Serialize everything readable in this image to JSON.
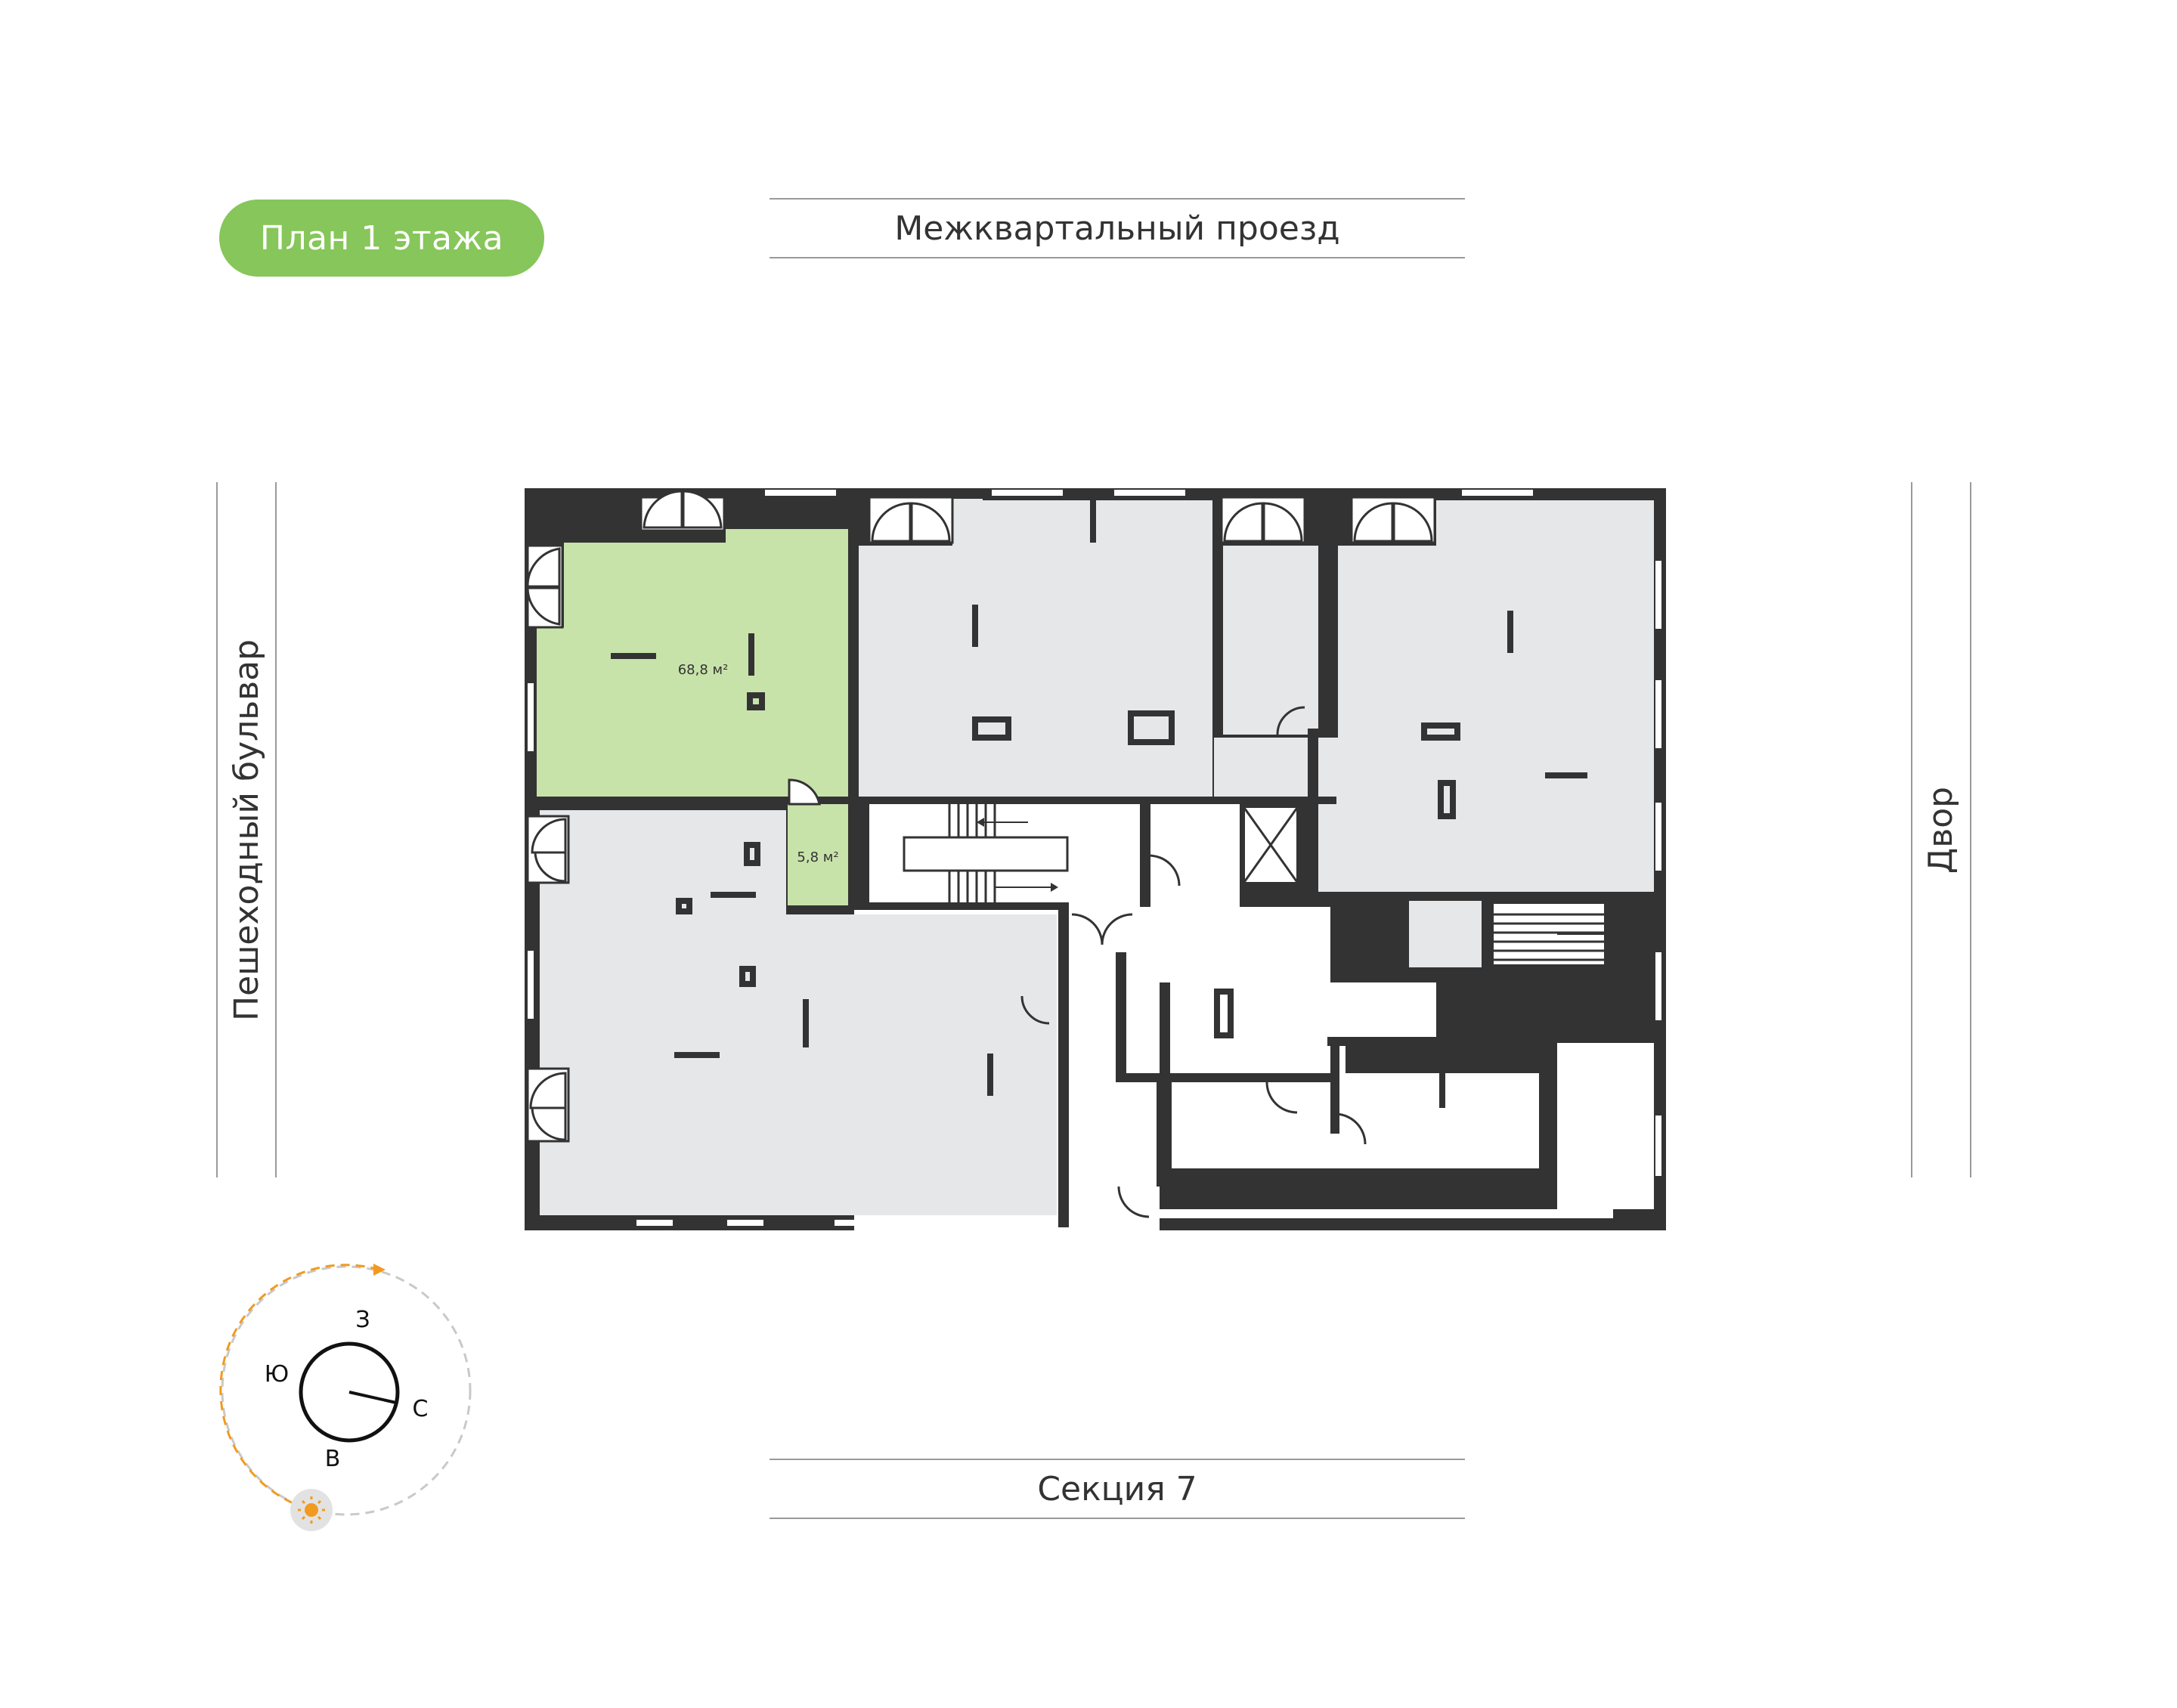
{
  "floor_label": "План 1 этажа",
  "streets": {
    "top": "Межквартальный проезд",
    "left": "Пешеходный бульвар",
    "right": "Двор",
    "bottom": "Секция 7"
  },
  "rooms": {
    "selected_main_area": "68,8 м²",
    "selected_small_area": "5,8 м²"
  },
  "compass": {
    "labels": {
      "north": "С",
      "south": "Ю",
      "west": "З",
      "east": "В"
    },
    "sun_icon": "sun-icon"
  },
  "colors": {
    "badge": "#86c65a",
    "selected_room": "#c8e3aa",
    "room_grey": "#e6e7e9",
    "wall": "#333333",
    "sun_path": "#f29a1f"
  }
}
